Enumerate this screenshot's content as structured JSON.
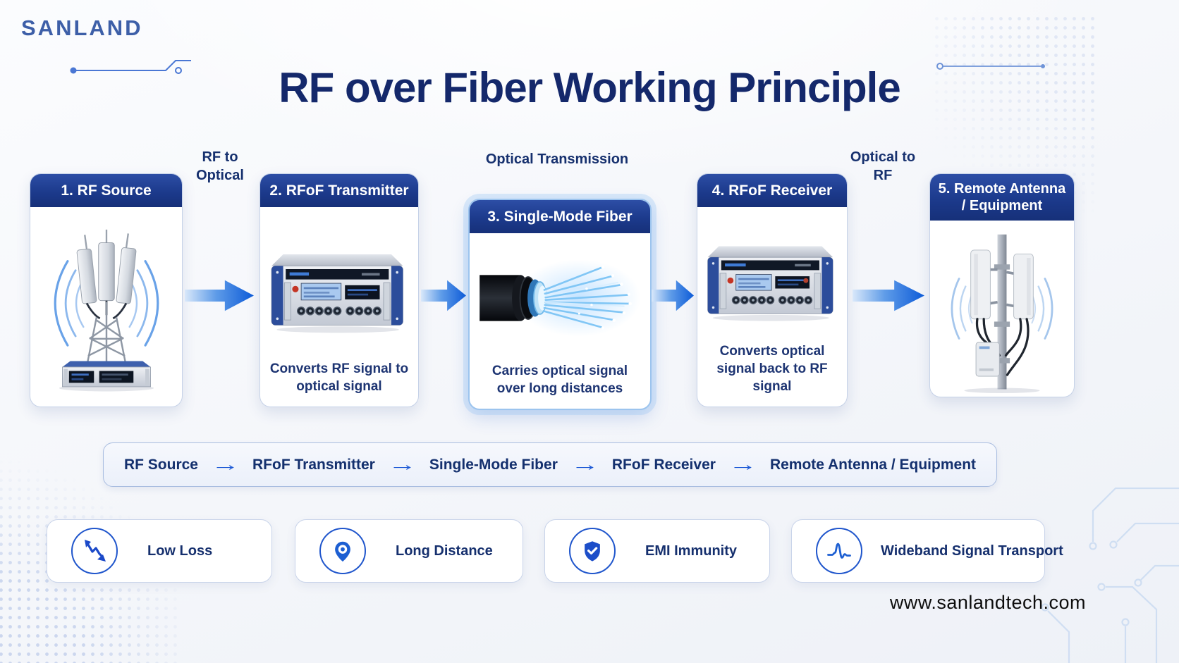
{
  "brand": {
    "name": "SANLAND"
  },
  "header": {
    "title": "RF over Fiber Working Principle"
  },
  "steps": [
    {
      "header": "1. RF Source",
      "caption": "",
      "image": "antenna-tower"
    },
    {
      "header": "2. RFoF Transmitter",
      "caption": "Converts RF signal to optical signal",
      "image": "rfof-transmitter-unit"
    },
    {
      "header": "3. Single-Mode Fiber",
      "caption": "Carries optical signal over long distances",
      "image": "fiber-optic-cable"
    },
    {
      "header": "4. RFoF Receiver",
      "caption": "Converts optical signal back to RF signal",
      "image": "rfof-receiver-unit"
    },
    {
      "header": "5. Remote Antenna / Equipment",
      "caption": "",
      "image": "remote-antenna-pole"
    }
  ],
  "transitions": [
    {
      "label": "RF to Optical"
    },
    {
      "label": "Optical Transmission"
    },
    {
      "label": "Optical to RF"
    }
  ],
  "flow_bar": {
    "arrow": "→",
    "items": [
      "RF Source",
      "RFoF Transmitter",
      "Single-Mode Fiber",
      "RFoF Receiver",
      "Remote Antenna / Equipment"
    ]
  },
  "features": [
    {
      "label": "Low Loss",
      "icon": "loss-decline-icon"
    },
    {
      "label": "Long Distance",
      "icon": "location-pin-icon"
    },
    {
      "label": "EMI Immunity",
      "icon": "shield-check-icon"
    },
    {
      "label": "Wideband Signal Transport",
      "icon": "waveform-icon"
    }
  ],
  "footer": {
    "website": "www.sanlandtech.com"
  },
  "colors": {
    "card_header_blue": "#1c3a8c",
    "title_navy": "#14286b",
    "accent_blue": "#1d5fd2",
    "arrow_blue": "#0d5bd8",
    "logo_blue": "#3d5fa8"
  }
}
